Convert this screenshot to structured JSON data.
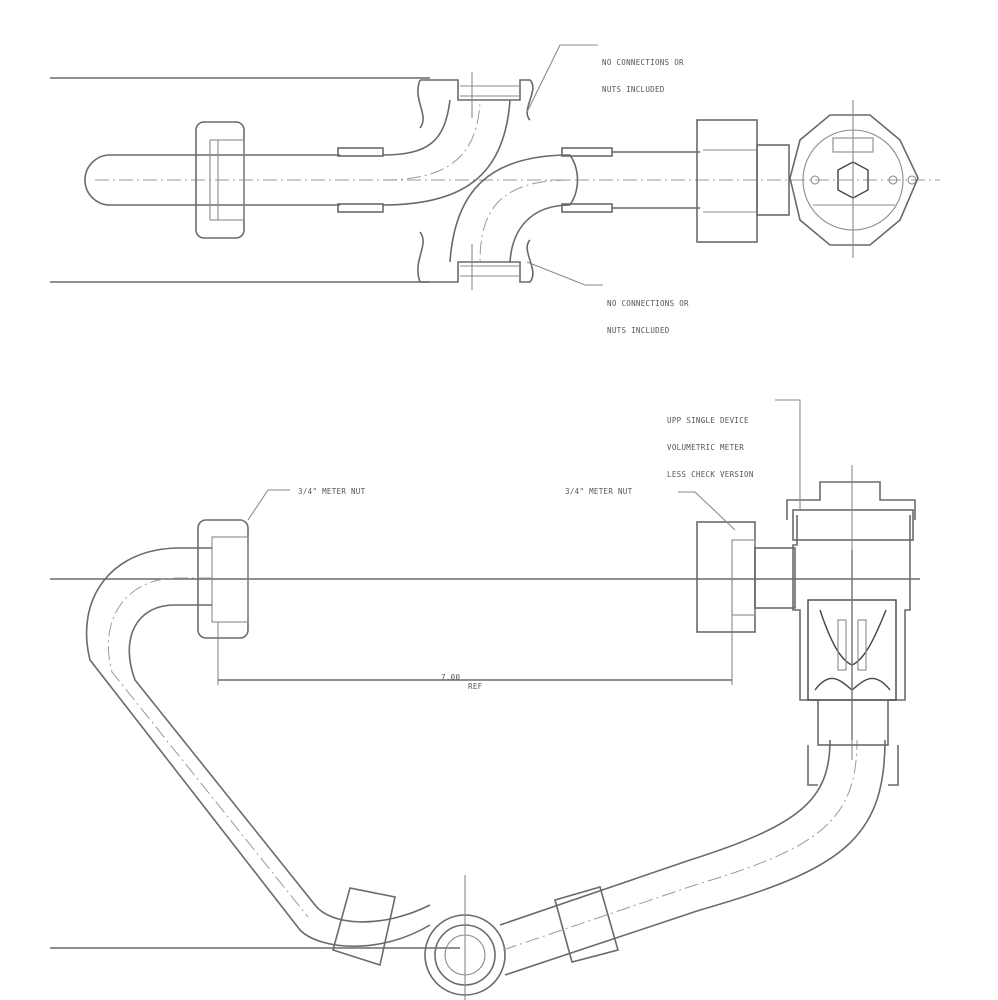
{
  "drawing": {
    "top_view": {
      "callout_upper": {
        "line1": "NO CONNECTIONS OR",
        "line2": "NUTS INCLUDED"
      },
      "callout_lower": {
        "line1": "NO CONNECTIONS OR",
        "line2": "NUTS INCLUDED"
      }
    },
    "side_view": {
      "device_callout": {
        "line1": "UPP SINGLE DEVICE",
        "line2": "VOLUMETRIC METER",
        "line3": "LESS CHECK VERSION"
      },
      "left_nut_label": "3/4\" METER NUT",
      "right_nut_label": "3/4\" METER NUT",
      "dimension": {
        "value": "7.00",
        "suffix": "REF"
      }
    }
  }
}
